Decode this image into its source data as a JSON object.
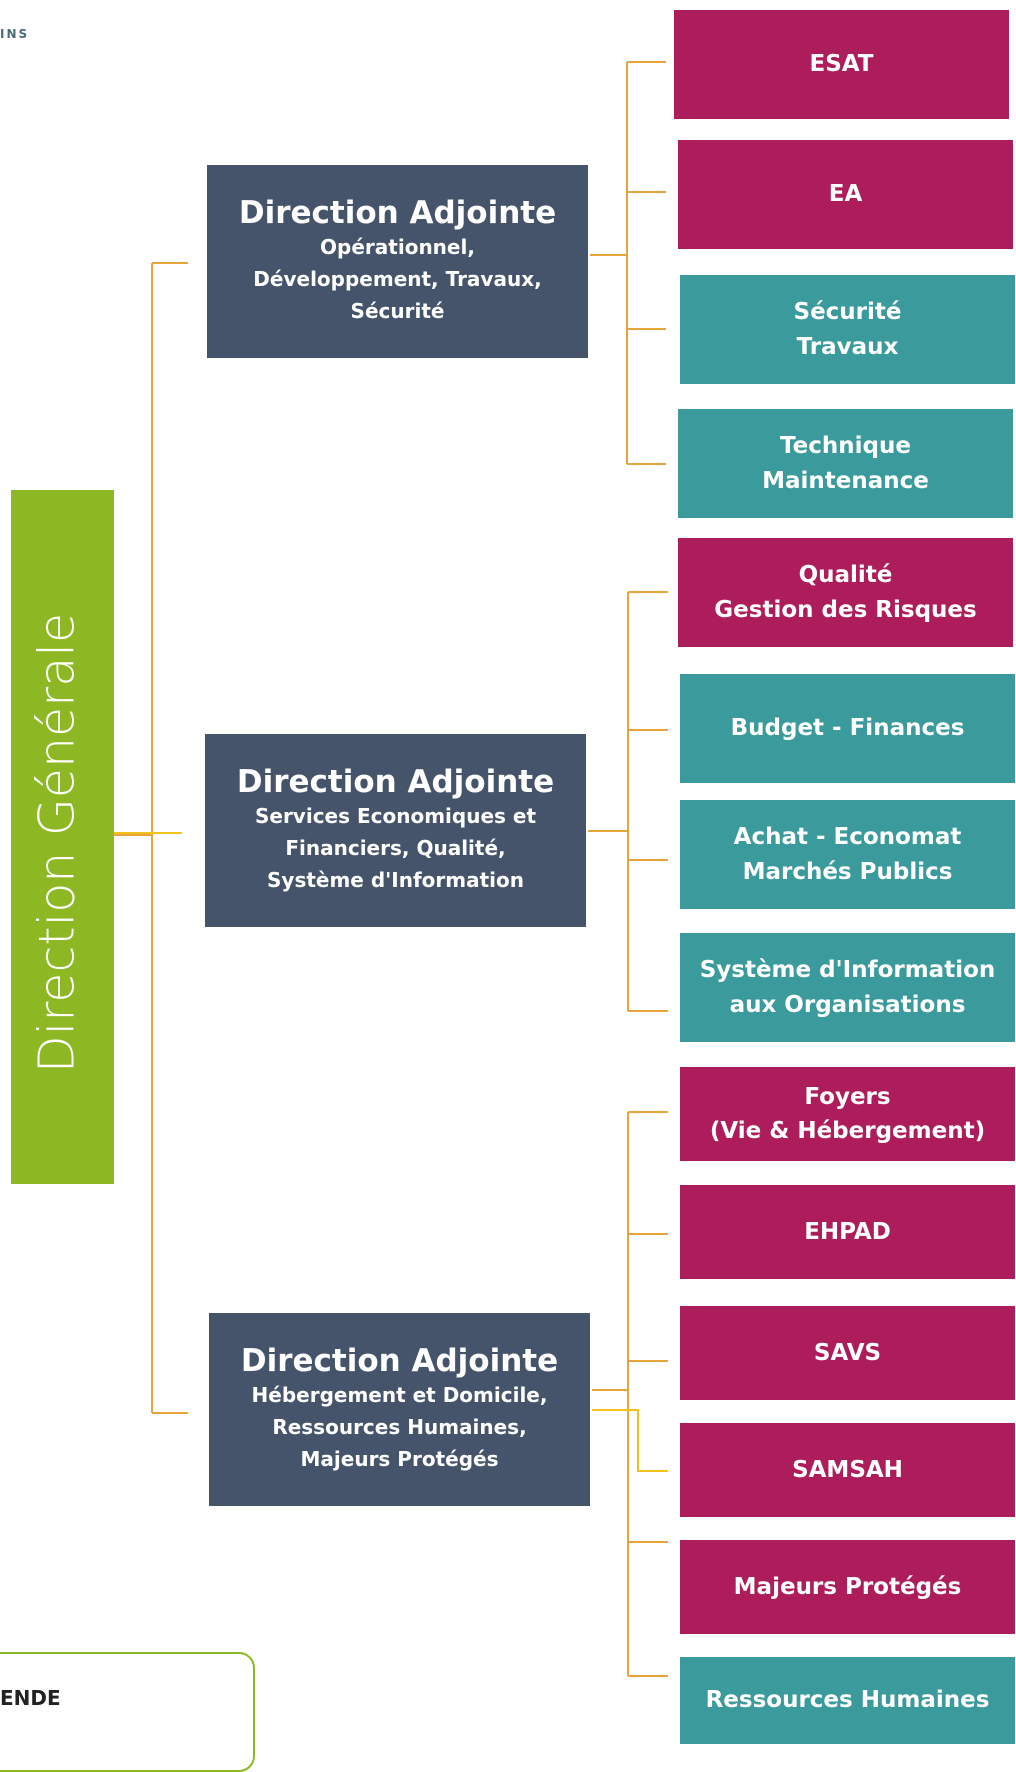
{
  "header": {
    "corner_text": "INS"
  },
  "direction_generale": {
    "label": "Direction Générale"
  },
  "directions": [
    {
      "title": "Direction Adjointe",
      "subtitle": "Opérationnel,\nDéveloppement, Travaux,\nSécurité"
    },
    {
      "title": "Direction Adjointe",
      "subtitle": "Services Economiques et\nFinanciers, Qualité,\nSystème d'Information"
    },
    {
      "title": "Direction Adjointe",
      "subtitle": "Hébergement et Domicile,\nRessources Humaines,\nMajeurs Protégés"
    }
  ],
  "services": [
    {
      "label": "ESAT",
      "color": "magenta"
    },
    {
      "label": "EA",
      "color": "magenta"
    },
    {
      "label": "Sécurité\nTravaux",
      "color": "teal"
    },
    {
      "label": "Technique\nMaintenance",
      "color": "teal"
    },
    {
      "label": "Qualité\nGestion des Risques",
      "color": "magenta"
    },
    {
      "label": "Budget - Finances",
      "color": "teal"
    },
    {
      "label": "Achat - Economat\nMarchés Publics",
      "color": "teal"
    },
    {
      "label": "Système d'Information\naux Organisations",
      "color": "teal"
    },
    {
      "label": "Foyers\n(Vie & Hébergement)",
      "color": "magenta"
    },
    {
      "label": "EHPAD",
      "color": "magenta"
    },
    {
      "label": "SAVS",
      "color": "magenta"
    },
    {
      "label": "SAMSAH",
      "color": "magenta"
    },
    {
      "label": "Majeurs Protégés",
      "color": "magenta"
    },
    {
      "label": "Ressources Humaines",
      "color": "teal"
    }
  ],
  "legend": {
    "title": "ENDE"
  },
  "colors": {
    "direction_generale": "#8db824",
    "direction_adjointe": "#46546b",
    "magenta": "#ad1d5b",
    "teal": "#3a9a9c",
    "connector": "#e8a33a",
    "connector_highlight": "#f2c21b"
  }
}
